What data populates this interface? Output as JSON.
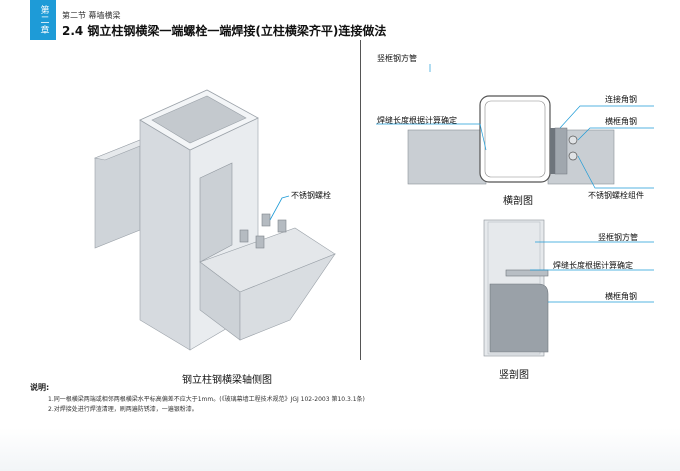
{
  "header": {
    "chapter": "第二章",
    "section": "第二节  幕墙横梁",
    "title": "2.4  钢立柱钢横梁一端螺栓一端焊接(立柱横梁齐平)连接做法"
  },
  "iso": {
    "bolt_label": "不锈钢螺栓",
    "caption": "钢立柱钢横梁轴侧图"
  },
  "cross": {
    "column_label": "竖框钢方管",
    "weld_label": "焊缝长度根据计算确定",
    "angle_label": "连接角钢",
    "beam_angle_label": "横框角钢",
    "bolt_label": "不锈钢螺栓组件",
    "caption": "横剖图"
  },
  "vertical": {
    "column_label": "竖框钢方管",
    "weld_label": "焊缝长度根据计算确定",
    "angle_label": "横框角钢",
    "caption": "竖剖图"
  },
  "notes": {
    "title": "说明:",
    "items": [
      "1.同一根横梁两端或相邻两根横梁水平标高偏差不应大于1mm。(《玻璃幕墙工程技术规范》JGJ 102-2003 第10.3.1条)",
      "2.对焊接处进行焊渣清理，刷两遍防锈漆，一遍银粉漆。"
    ]
  },
  "colors": {
    "accent": "#1e9bd7",
    "steel_light": "#e3e6e9",
    "steel_mid": "#c9ced3",
    "steel_dark": "#a9b0b6"
  }
}
